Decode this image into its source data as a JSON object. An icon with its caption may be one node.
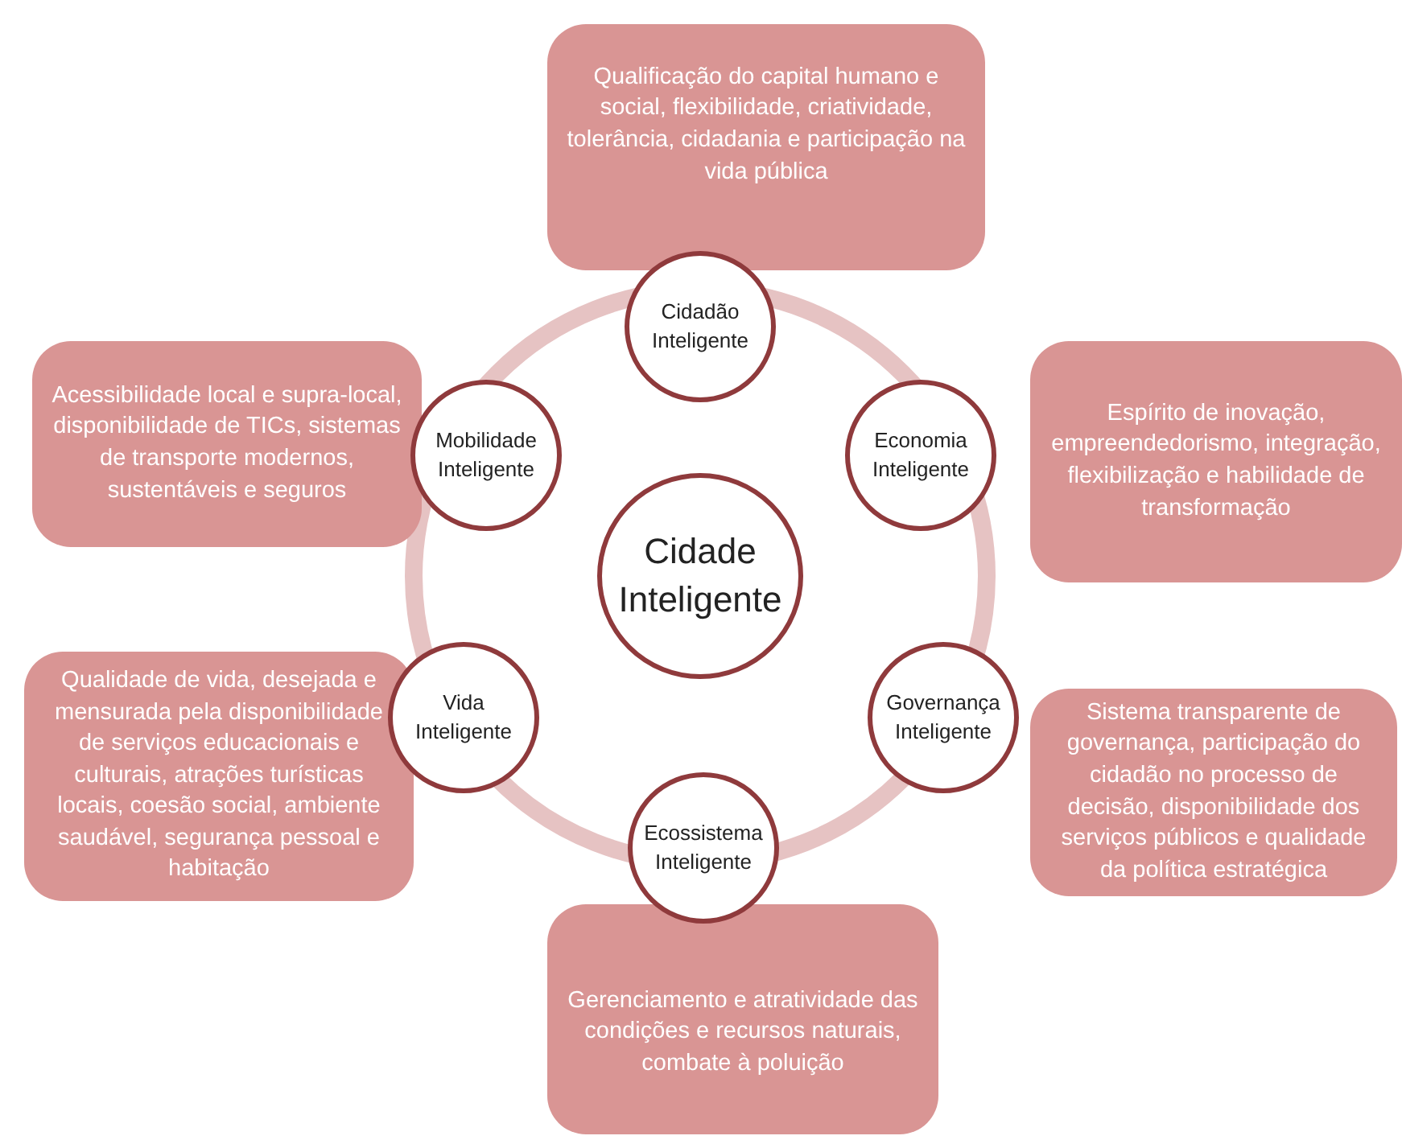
{
  "diagram": {
    "nodes": [
      {
        "text": [
          "Qualificação do capital humano e social, flexibilidade, criatividade, tolerância, cidadania e participação na vida pública"
        ]
      },
      {
        "text": [
          "Cidadão Inteligente"
        ]
      },
      {
        "text": [
          "Acessibilidade local e supra-local, disponibilidade de TICs, sistemas de transporte modernos, sustentáveis e seguros"
        ]
      },
      {
        "text": [
          "Mobilidade Inteligente"
        ]
      },
      {
        "text": [
          "Economia Inteligente"
        ]
      },
      {
        "text": [
          "Espírito de inovação, empreendedorismo, integração, flexibilização e habilidade de transformação"
        ]
      },
      {
        "text": [
          "Cidade Inteligente"
        ]
      },
      {
        "text": [
          "Qualidade de vida, desejada e mensurada pela disponibilidade de serviços educacionais e culturais, atrações turísticas locais, coesão social, ambiente saudável, segurança pessoal e habitação"
        ]
      },
      {
        "text": [
          "Vida Inteligente"
        ]
      },
      {
        "text": [
          "Governança Inteligente"
        ]
      },
      {
        "text": [
          "Sistema transparente de governança, participação do cidadão no processo de decisão, disponibilidade dos serviços públicos e qualidade da política estratégica"
        ]
      },
      {
        "text": [
          "Ecossistema Inteligente"
        ]
      },
      {
        "text": [
          "Gerenciamento e atratividade das condições e recursos naturais, combate à poluição"
        ]
      }
    ]
  }
}
